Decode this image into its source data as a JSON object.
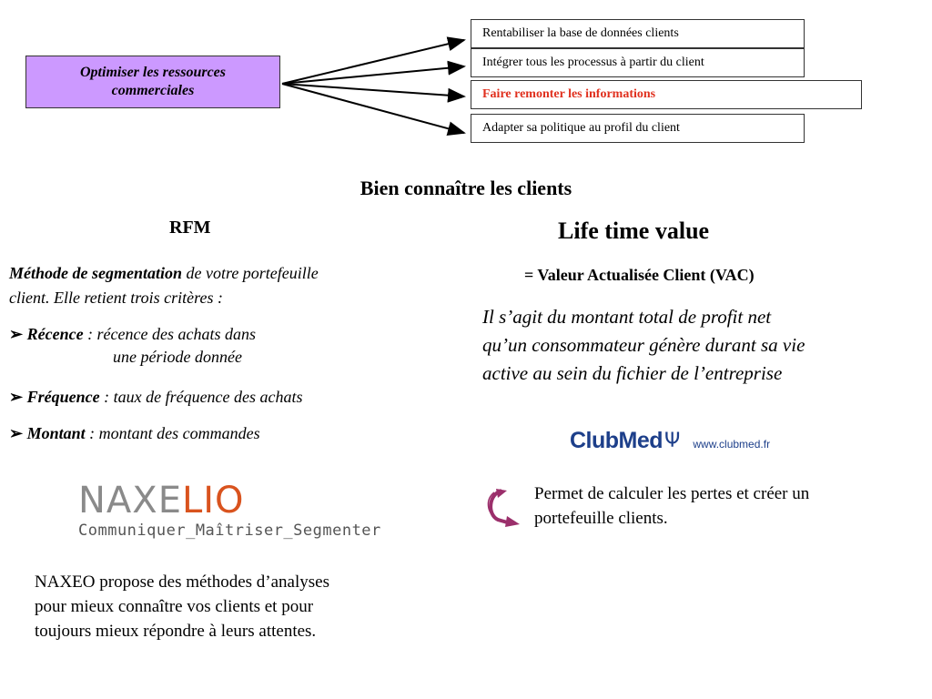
{
  "diagram": {
    "main_box": {
      "line1": "Optimiser les ressources",
      "line2": "commerciales"
    },
    "objectives": [
      "Rentabiliser la base de données clients",
      "Intégrer tous les processus à partir du client",
      "Faire remonter les informations",
      "Adapter sa politique au profil du client"
    ],
    "main_box_color": "#cc99ff",
    "highlight_color": "#e0301e"
  },
  "section_title": "Bien connaître les clients",
  "rfm": {
    "title": "RFM",
    "intro_bold": "Méthode de segmentation",
    "intro_rest1": " de votre portefeuille",
    "intro_line2": "client. Elle retient trois critères :",
    "bullets": [
      {
        "term": "Récence",
        "desc1": " : récence des achats dans",
        "desc2": "une période donnée"
      },
      {
        "term": "Fréquence",
        "desc1": " : taux de fréquence des achats"
      },
      {
        "term": "Montant",
        "desc1": " : montant des commandes"
      }
    ]
  },
  "naxelio": {
    "logo_dark": "NAXE",
    "logo_light": "LIO",
    "tagline": "Communiquer_Maîtriser_Segmenter",
    "dark_color": "#8a8a8a",
    "accent_color": "#d9531e",
    "text_line1": "NAXEO propose des méthodes d’analyses",
    "text_line2": "pour mieux connaître vos clients et pour",
    "text_line3": "toujours mieux répondre à leurs attentes."
  },
  "ltv": {
    "title": "Life time value",
    "subtitle": "= Valeur Actualisée Client (VAC)",
    "line1": "Il s’agit du montant total de profit net",
    "line2": "qu’un consommateur génère durant sa vie",
    "line3": "active au sein du fichier de l’entreprise"
  },
  "clubmed": {
    "logo": "ClubMed",
    "trident": "Ψ",
    "url": "www.clubmed.fr",
    "color": "#1d3f8a"
  },
  "note": {
    "line1": "Permet de calculer les pertes et créer un",
    "line2": "portefeuille clients.",
    "arrow_color": "#9b2f6b"
  }
}
